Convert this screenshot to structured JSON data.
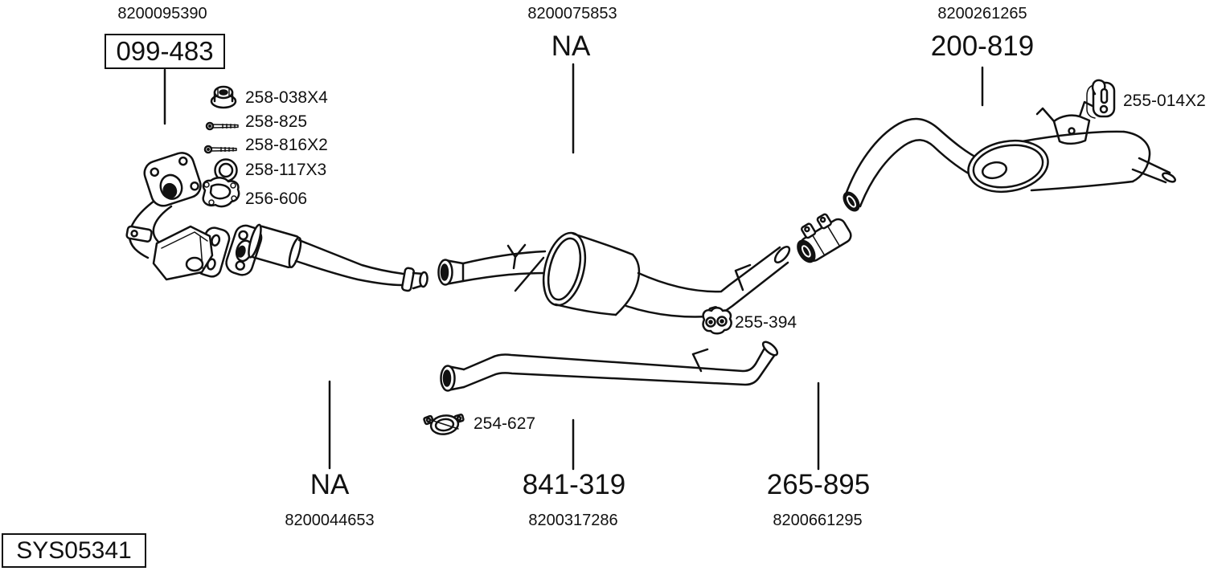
{
  "colors": {
    "line": "#111111",
    "background": "#ffffff"
  },
  "title_block": {
    "system_code": "SYS05341"
  },
  "sections": {
    "front": {
      "oe": "8200095390",
      "part": "099-483",
      "boxed": true
    },
    "middle": {
      "oe": "8200075853",
      "part": "NA"
    },
    "rear": {
      "oe": "8200261265",
      "part": "200-819"
    },
    "front_pipe": {
      "part": "NA",
      "oe": "8200044653"
    },
    "center_pipe": {
      "part": "841-319",
      "oe": "8200317286"
    },
    "rear_pipe": {
      "part": "265-895",
      "oe": "8200661295"
    }
  },
  "fitting_kit": {
    "items": [
      {
        "part": "258-038X4",
        "icon": "flange-nut-icon"
      },
      {
        "part": "258-825",
        "icon": "bolt-icon"
      },
      {
        "part": "258-816X2",
        "icon": "bolt-icon"
      },
      {
        "part": "258-117X3",
        "icon": "ring-gasket-icon"
      },
      {
        "part": "256-606",
        "icon": "flange-gasket-icon"
      }
    ]
  },
  "mountings": {
    "rear_hanger": {
      "part": "255-014X2",
      "icon": "rubber-hanger-icon"
    },
    "mid_mount": {
      "part": "255-394",
      "icon": "rubber-mount-icon"
    },
    "pipe_clamp": {
      "part": "254-627",
      "icon": "pipe-clamp-icon"
    }
  }
}
